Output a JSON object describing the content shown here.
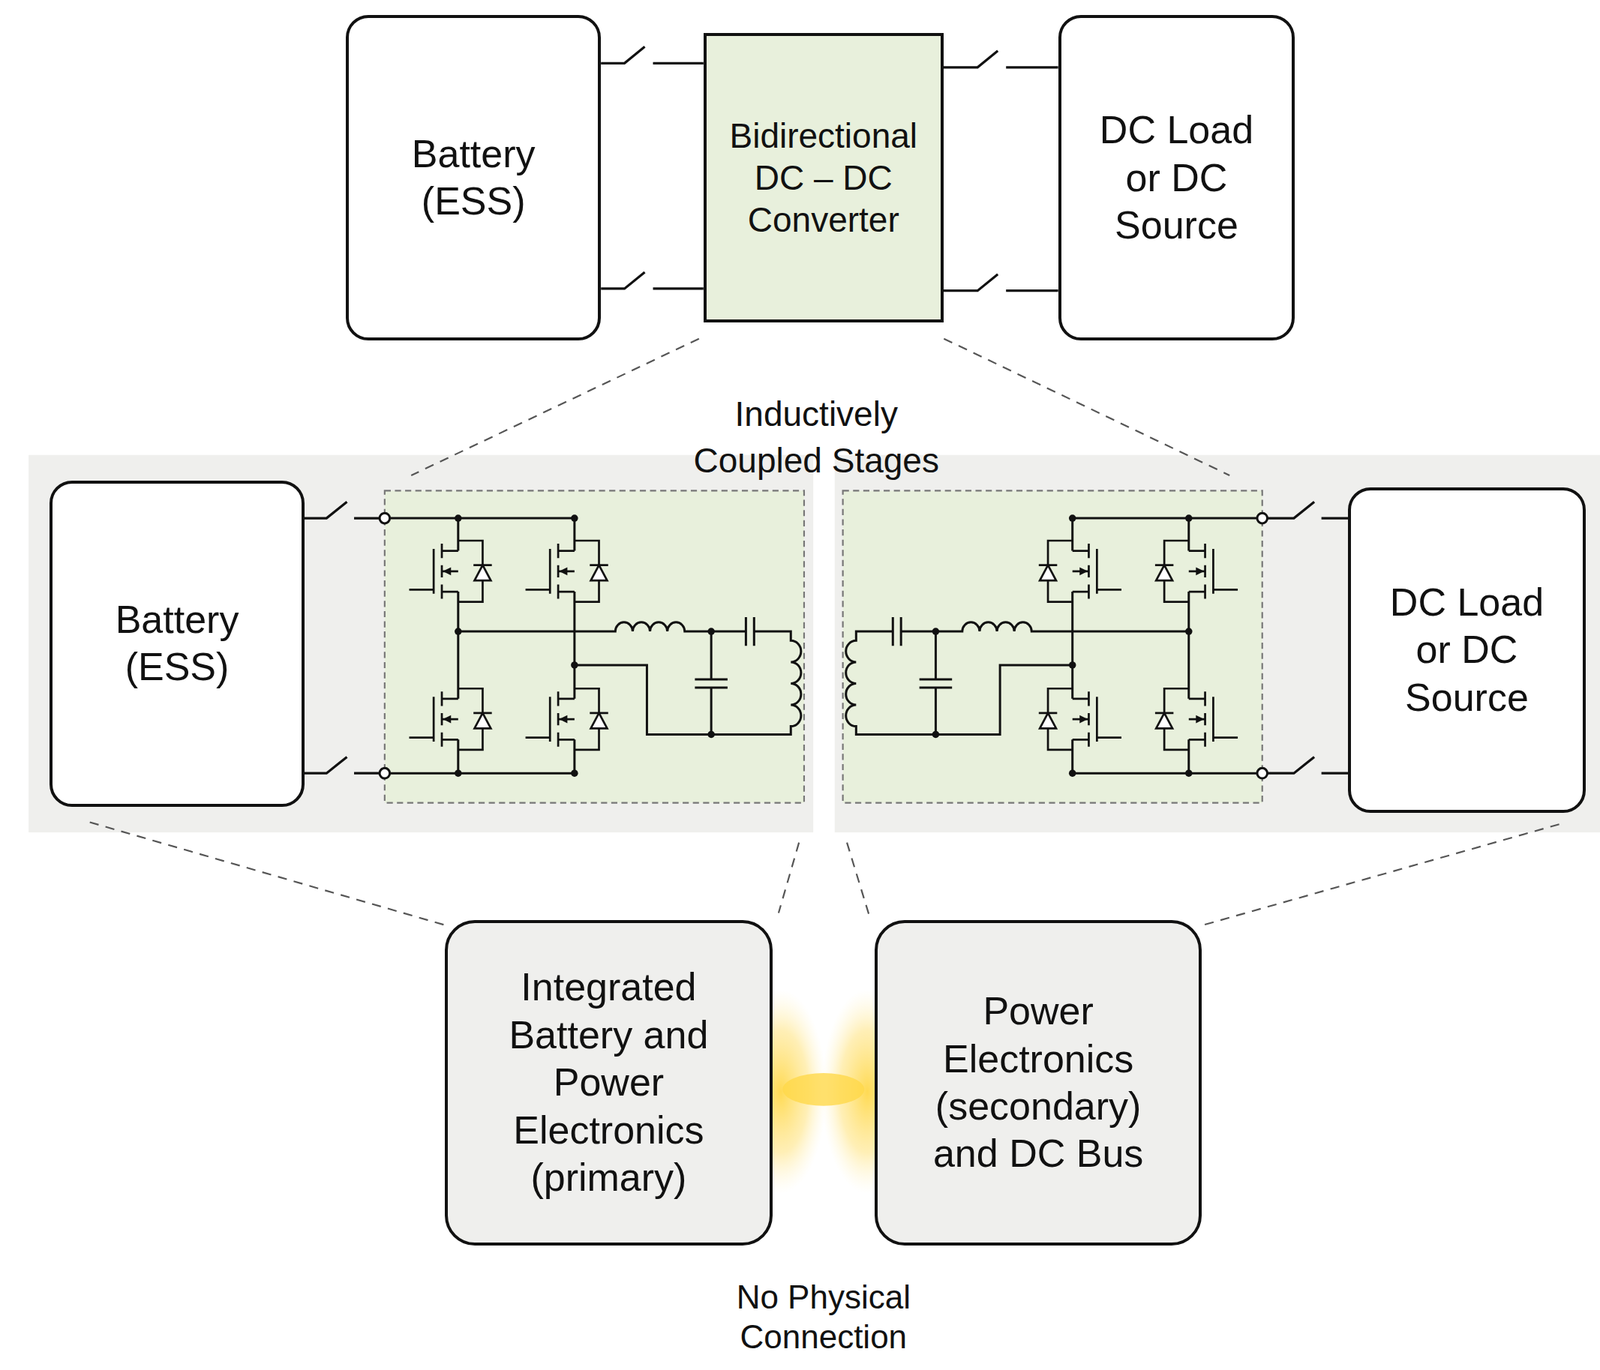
{
  "diagram": {
    "nodes": [
      {
        "text": [
          "Battery (ESS)"
        ]
      },
      {
        "text": [
          "Bidirectional DC – DC Converter"
        ]
      },
      {
        "text": [
          "DC Load or DC Source"
        ]
      },
      {
        "text": [
          "Battery (ESS)"
        ]
      },
      {
        "text": [
          "DC Load or DC Source"
        ]
      },
      {
        "text": [
          "Integrated Battery and Power Electronics (primary)"
        ]
      },
      {
        "text": [
          "Power Electronics (secondary) and DC Bus"
        ]
      }
    ],
    "edges": [
      {
        "from": 0,
        "to": 1,
        "arrow": "none"
      },
      {
        "from": 0,
        "to": 1,
        "arrow": "none"
      },
      {
        "from": 1,
        "to": 2,
        "arrow": "none"
      },
      {
        "from": 1,
        "to": 2,
        "arrow": "none"
      }
    ],
    "labels": [
      "Inductively Coupled Stages",
      "No Physical Connection"
    ]
  }
}
